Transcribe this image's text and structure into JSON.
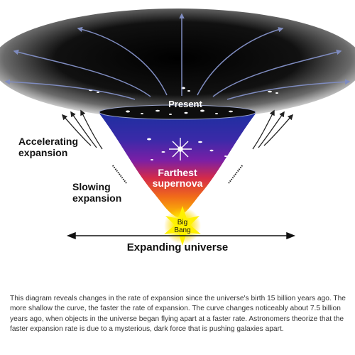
{
  "diagram": {
    "present_label": "Present",
    "accelerating_line1": "Accelerating",
    "accelerating_line2": "expansion",
    "slowing_line1": "Slowing",
    "slowing_line2": "expansion",
    "farthest_line1": "Farthest",
    "farthest_line2": "supernova",
    "bigbang_line1": "Big",
    "bigbang_line2": "Bang",
    "axis_label": "Expanding universe"
  },
  "caption": "This diagram reveals changes in the rate of expansion since the universe's birth 15 billion years ago. The more shallow the curve, the faster the rate of expansion. The curve changes noticeably about 7.5 billion years ago, when objects in the universe began flying apart at a faster rate. Astronomers theorize that the faster expansion rate is due to a mysterious, dark force that is pushing galaxies apart.",
  "colors": {
    "dark_space": "#0b0b0b",
    "funnel_top": "#2233aa",
    "funnel_mid": "#7722aa",
    "funnel_low": "#dd2244",
    "funnel_bottom": "#ffaa00",
    "arrow": "#7f8cc0"
  }
}
